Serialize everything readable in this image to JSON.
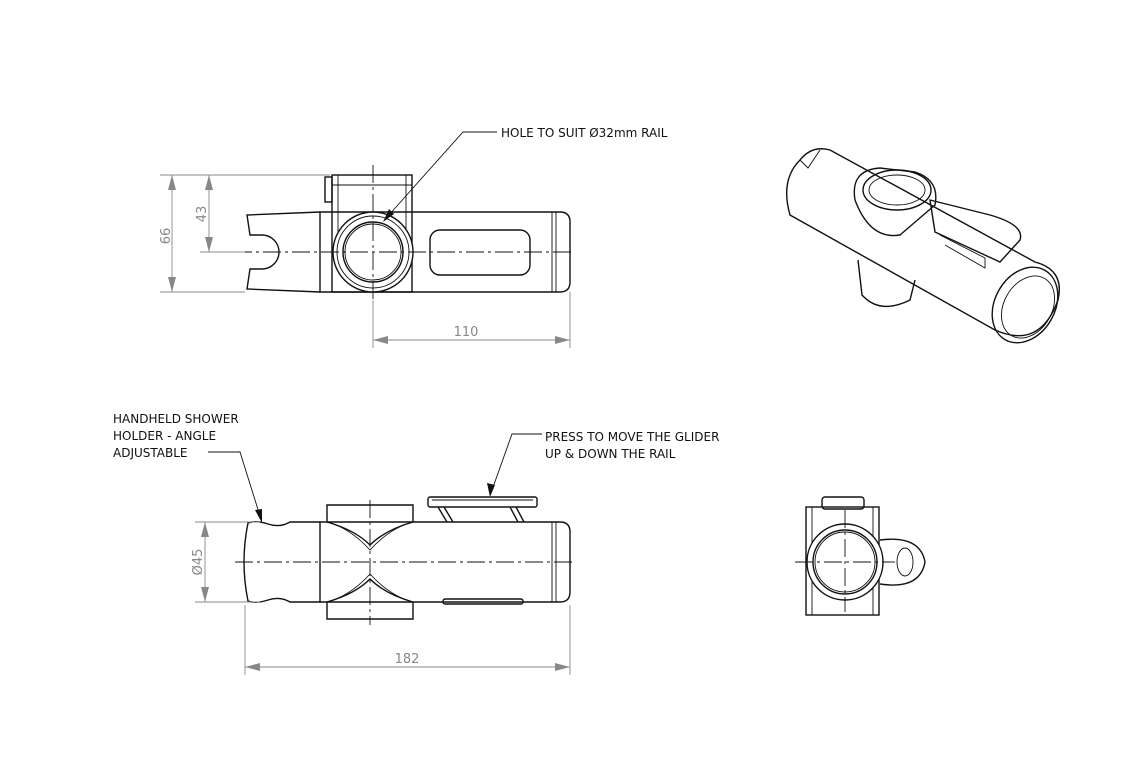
{
  "notes": {
    "hole": "HOLE TO SUIT Ø32mm RAIL",
    "handheld": [
      "HANDHELD SHOWER",
      "HOLDER - ANGLE",
      "ADJUSTABLE"
    ],
    "press": [
      "PRESS TO MOVE THE GLIDER",
      "UP & DOWN THE RAIL"
    ]
  },
  "dimensions": {
    "overall_height": "66",
    "center_height": "43",
    "center_to_end": "110",
    "diameter": "Ø45",
    "overall_length": "182"
  }
}
